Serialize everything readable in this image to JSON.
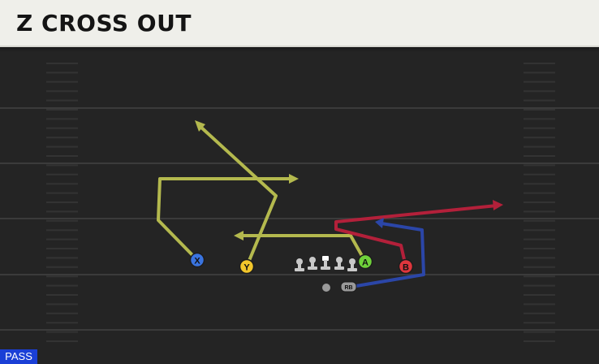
{
  "title": "Z CROSS OUT",
  "play_type": "PASS",
  "players": [
    {
      "id": "x",
      "label": "X",
      "color": "#3a74e0"
    },
    {
      "id": "y",
      "label": "Y",
      "color": "#f2c62b"
    },
    {
      "id": "a",
      "label": "A",
      "color": "#6fd23a"
    },
    {
      "id": "b",
      "label": "B",
      "color": "#e0363d"
    },
    {
      "id": "rb",
      "label": "RB",
      "color": "#9a9a9a"
    }
  ],
  "colors": {
    "field": "#242424",
    "yard_line": "#3a3a3a",
    "route_yellow": "#b4b94e",
    "route_red": "#b3203a",
    "route_blue": "#2b46a8",
    "lineman": "#c9c9c9",
    "pass_badge": "#1a3fd6"
  }
}
